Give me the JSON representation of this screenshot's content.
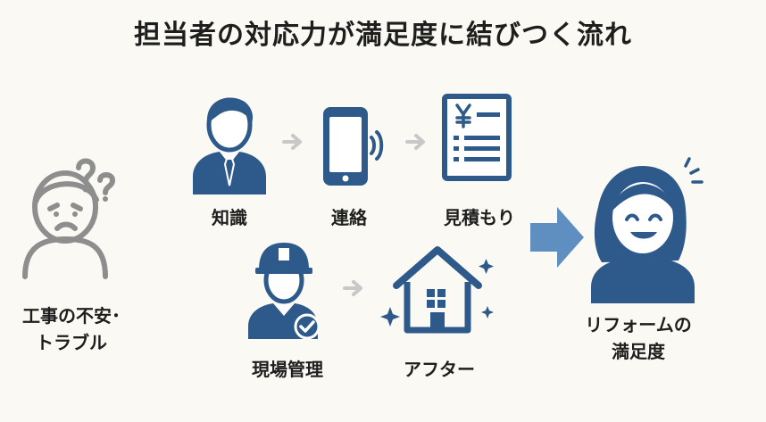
{
  "title": "担当者の対応力が満足度に結びつく流れ",
  "colors": {
    "primary": "#2d5a8a",
    "accent": "#5e8fc0",
    "muted_arrow": "#c8c8c8",
    "gray": "#8e8e8e",
    "background": "#fbf9f3"
  },
  "start": {
    "label_line1": "工事の不安･",
    "label_line2": "トラブル",
    "icon": "worried-person-icon"
  },
  "steps_top": [
    {
      "label": "知識",
      "icon": "businessman-icon"
    },
    {
      "label": "連絡",
      "icon": "smartphone-icon"
    },
    {
      "label": "見積もり",
      "icon": "quote-document-icon"
    }
  ],
  "steps_bottom": [
    {
      "label": "現場管理",
      "icon": "site-worker-icon"
    },
    {
      "label": "アフター",
      "icon": "house-icon"
    }
  ],
  "end": {
    "label_line1": "リフォームの",
    "label_line2": "満足度",
    "icon": "happy-customer-icon"
  }
}
